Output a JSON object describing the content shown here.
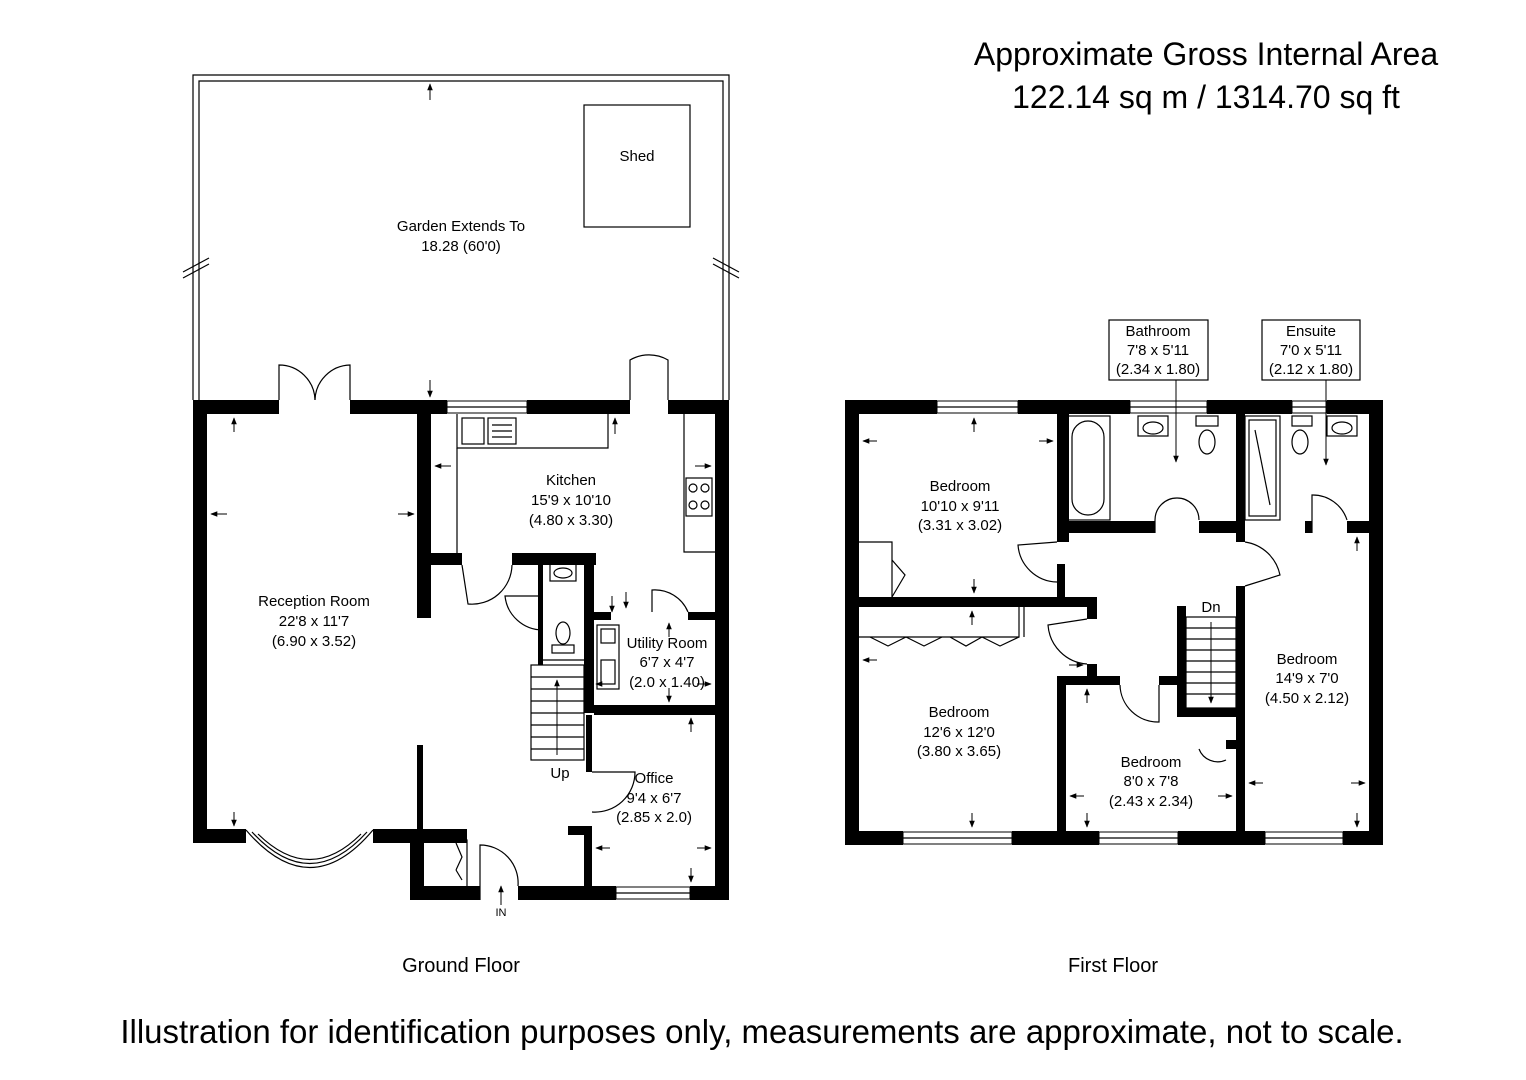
{
  "area": {
    "title": "Approximate Gross Internal Area",
    "value": "122.14 sq m / 1314.70 sq ft"
  },
  "ground_floor": {
    "label": "Ground Floor",
    "garden": {
      "name": "Garden Extends To",
      "dims": "18.28 (60'0)"
    },
    "shed": "Shed",
    "reception": {
      "name": "Reception Room",
      "imperial": "22'8 x 11'7",
      "metric": "(6.90 x 3.52)"
    },
    "kitchen": {
      "name": "Kitchen",
      "imperial": "15'9 x 10'10",
      "metric": "(4.80 x 3.30)"
    },
    "utility": {
      "name": "Utility Room",
      "imperial": "6'7 x 4'7",
      "metric": "(2.0 x 1.40)"
    },
    "office": {
      "name": "Office",
      "imperial": "9'4 x 6'7",
      "metric": "(2.85 x 2.0)"
    },
    "stairs": "Up",
    "entrance": "IN"
  },
  "first_floor": {
    "label": "First Floor",
    "bathroom": {
      "name": "Bathroom",
      "imperial": "7'8 x 5'11",
      "metric": "(2.34 x 1.80)"
    },
    "ensuite": {
      "name": "Ensuite",
      "imperial": "7'0 x 5'11",
      "metric": "(2.12 x 1.80)"
    },
    "bedroom1": {
      "name": "Bedroom",
      "imperial": "10'10 x 9'11",
      "metric": "(3.31 x 3.02)"
    },
    "bedroom2": {
      "name": "Bedroom",
      "imperial": "12'6 x 12'0",
      "metric": "(3.80 x 3.65)"
    },
    "bedroom3": {
      "name": "Bedroom",
      "imperial": "8'0 x 7'8",
      "metric": "(2.43 x 2.34)"
    },
    "bedroom4": {
      "name": "Bedroom",
      "imperial": "14'9 x 7'0",
      "metric": "(4.50 x 2.12)"
    },
    "stairs": "Dn"
  },
  "disclaimer": "Illustration for identification purposes only, measurements are approximate, not to scale."
}
